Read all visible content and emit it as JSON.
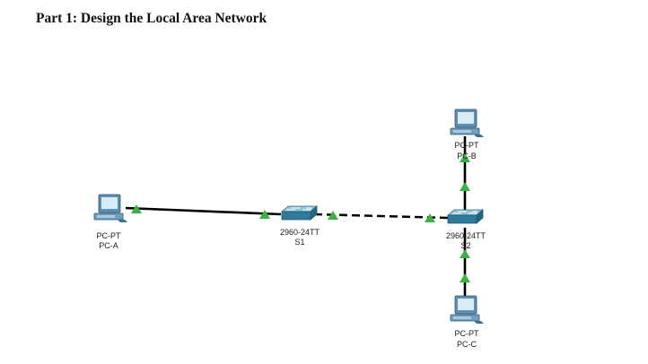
{
  "heading": "Part 1: Design the Local Area Network",
  "devices": {
    "pc_a": {
      "model": "PC-PT",
      "name": "PC-A",
      "icon": "pc-icon"
    },
    "pc_b": {
      "model": "PC-PT",
      "name": "PC-B",
      "icon": "pc-icon"
    },
    "pc_c": {
      "model": "PC-PT",
      "name": "PC-C",
      "icon": "pc-icon"
    },
    "s1": {
      "model": "2960-24TT",
      "name": "S1",
      "icon": "switch-icon"
    },
    "s2": {
      "model": "2960-24TT",
      "name": "S2",
      "icon": "switch-icon"
    }
  },
  "links": [
    {
      "from": "pc_a",
      "to": "s1",
      "cable": "copper straight-through",
      "status": "up"
    },
    {
      "from": "s1",
      "to": "s2",
      "cable": "copper cross-over",
      "status": "up"
    },
    {
      "from": "pc_b",
      "to": "s2",
      "cable": "copper straight-through",
      "status": "up"
    },
    {
      "from": "pc_c",
      "to": "s2",
      "cable": "copper straight-through",
      "status": "up"
    }
  ],
  "colors": {
    "link_up": "#3cb043",
    "cable": "#000000",
    "switch_top": "#5aa6c4",
    "switch_front": "#2f7a99",
    "pc_body": "#5d8fb0",
    "pc_screen": "#d8ecf7"
  }
}
